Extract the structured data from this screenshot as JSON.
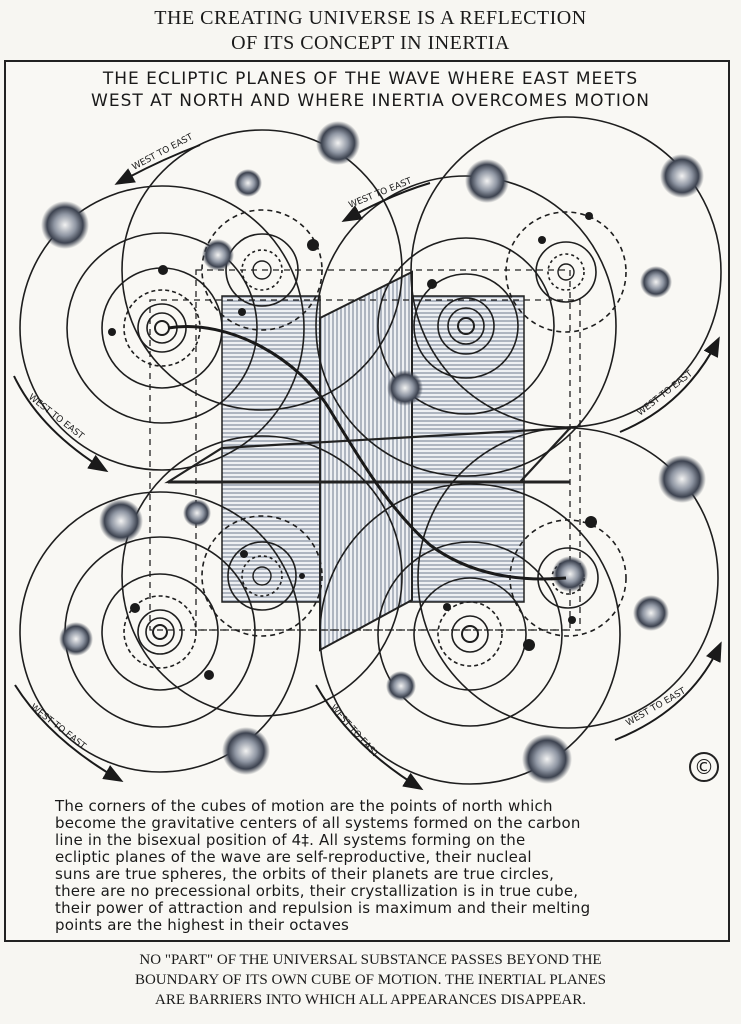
{
  "page": {
    "title_lines": [
      "THE CREATING UNIVERSE IS A REFLECTION",
      "OF ITS CONCEPT IN INERTIA"
    ],
    "diagram_title_lines": [
      "THE ECLIPTIC PLANES OF THE WAVE WHERE EAST MEETS",
      "WEST AT NORTH AND WHERE INERTIA OVERCOMES MOTION"
    ],
    "arrow_labels": [
      "WEST TO EAST",
      "WEST TO EAST",
      "WEST TO EAST",
      "WEST TO EAST",
      "WEST TO EAST",
      "WEST TO EAST",
      "WEST TO EAST"
    ],
    "caption_lines": [
      "The corners of the cubes of motion are the points of north which",
      "become the gravitative centers of all systems formed on the carbon",
      "line in the bisexual position of 4‡.   All systems forming on the",
      "ecliptic planes of the wave are self-reproductive, their nucleal",
      "suns are true spheres, the orbits of their planets are true circles,",
      "there are no precessional orbits, their crystallization is in true cube,",
      "their power of attraction and repulsion is maximum and their melting",
      "points are the highest in their octaves"
    ],
    "copyright_symbol": "©",
    "bottom_caption_lines": [
      "NO \"PART\" OF THE UNIVERSAL SUBSTANCE PASSES BEYOND THE",
      "BOUNDARY OF ITS OWN CUBE OF MOTION. THE INERTIAL PLANES",
      "ARE BARRIERS INTO WHICH ALL APPEARANCES DISAPPEAR."
    ]
  }
}
